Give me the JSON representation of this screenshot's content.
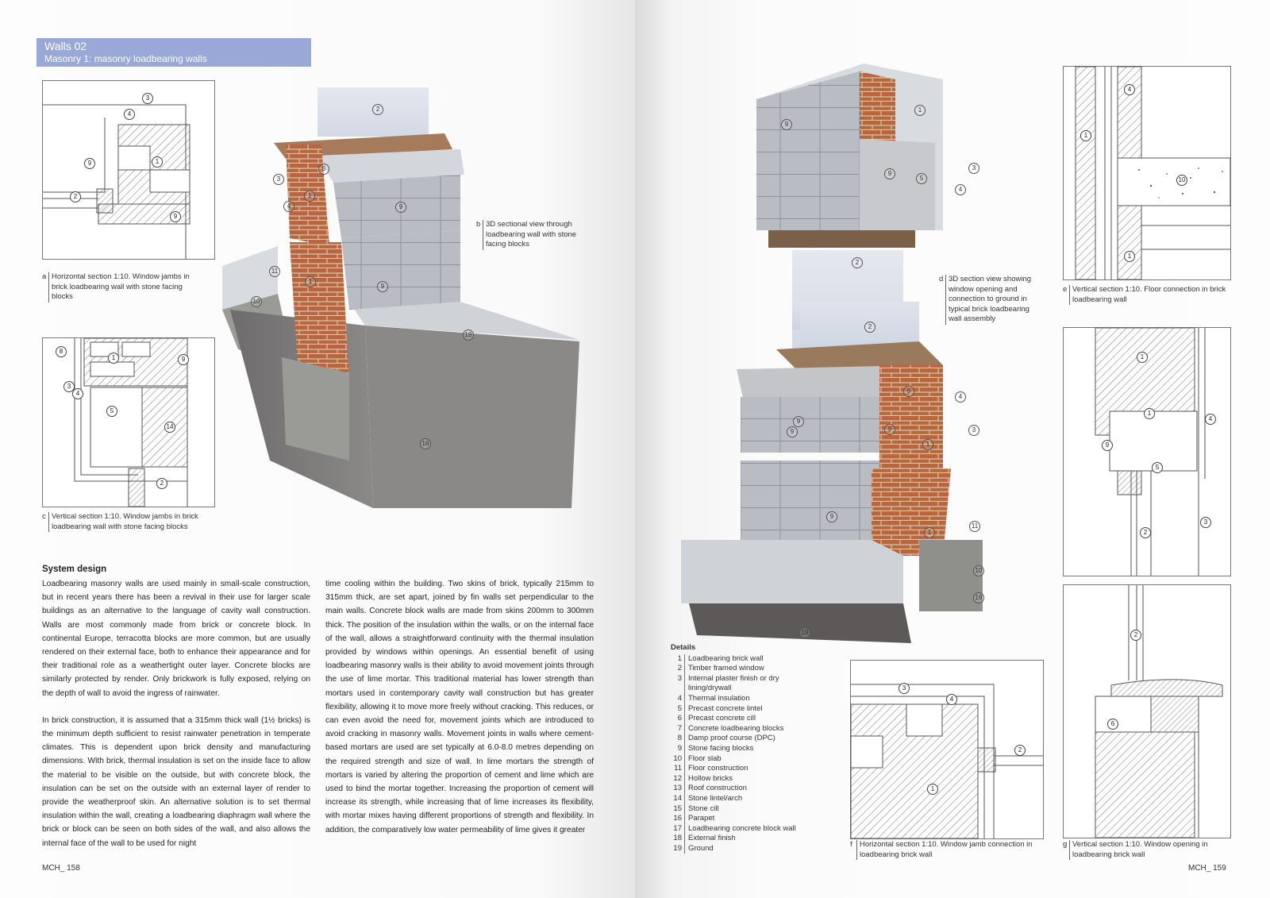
{
  "header": {
    "title": "Walls 02",
    "subtitle": "Masonry 1: masonry loadbearing walls"
  },
  "figures": {
    "a": {
      "letter": "a",
      "caption": "Horizontal section 1:10. Window jambs in brick loadbearing wall with stone facing blocks",
      "labels": [
        "3",
        "4",
        "9",
        "1",
        "2",
        "9"
      ]
    },
    "c": {
      "letter": "c",
      "caption": "Vertical section 1:10. Window jambs in brick loadbearing wall with stone facing blocks",
      "labels": [
        "8",
        "1",
        "9",
        "3",
        "4",
        "5",
        "14",
        "2"
      ]
    },
    "b": {
      "letter": "b",
      "caption": "3D sectional view through loadbearing wall with stone facing blocks",
      "labels": [
        "2",
        "6",
        "3",
        "1",
        "4",
        "9",
        "9",
        "11",
        "1",
        "10",
        "19",
        "16"
      ]
    },
    "d": {
      "letter": "d",
      "caption": "3D section view showing window opening and connection to ground in typical brick loadbearing wall assembly",
      "labels": [
        "9",
        "1",
        "9",
        "5",
        "3",
        "4",
        "2",
        "2",
        "6",
        "4",
        "9",
        "9",
        "9",
        "1",
        "3",
        "9",
        "1",
        "11",
        "10",
        "19",
        "19"
      ]
    },
    "e": {
      "letter": "e",
      "caption": "Vertical section 1:10. Floor connection in brick loadbearing wall",
      "labels": [
        "4",
        "1",
        "10",
        "1"
      ]
    },
    "f": {
      "letter": "f",
      "caption": "Horizontal section 1:10. Window jamb connection in loadbearing brick wall",
      "labels": [
        "3",
        "4",
        "2",
        "1"
      ]
    },
    "g": {
      "letter": "g",
      "caption": "Vertical section 1:10. Window opening in loadbearing brick wall",
      "labels": [
        "1",
        "1",
        "4",
        "9",
        "5",
        "3",
        "2",
        "2",
        "6"
      ]
    }
  },
  "body": {
    "heading": "System design",
    "col1": [
      "Loadbearing masonry walls are used mainly in small-scale construction, but in recent years there has been a revival in their use for larger scale buildings as an alternative to the language of cavity wall construction. Walls are most commonly made from brick or concrete block. In continental Europe, terracotta blocks are more common, but are usually rendered on their external face, both to enhance their appearance and for their traditional role as a weathertight outer layer. Concrete blocks are similarly protected by render. Only brickwork is fully exposed, relying on the depth of wall to avoid the ingress of rainwater.",
      "In brick construction, it is assumed that a 315mm thick wall (1½ bricks) is the minimum depth sufficient to resist rainwater penetration in temperate climates. This is dependent upon brick density and manufacturing dimensions. With brick, thermal insulation is set on the inside face to allow the material to be visible on the outside, but with concrete block, the insulation can be set on the outside with an external layer of render to provide the weatherproof skin. An alternative solution is to set thermal insulation within the wall, creating a loadbearing diaphragm wall where the brick or block can be seen on both sides of the wall, and also allows the internal face of the wall to be used for night"
    ],
    "col2": "time cooling within the building. Two skins of brick, typically 215mm to 315mm thick, are set apart, joined by fin walls set perpendicular to the main walls. Concrete block walls are made from skins 200mm to 300mm thick. The position of the insulation within the walls, or on the internal face of the wall, allows a straightforward continuity with the thermal insulation provided by windows within openings. An essential benefit of using loadbearing masonry walls is their ability to avoid movement joints through the use of lime mortar. This traditional material has lower strength than mortars used in contemporary cavity wall construction but has greater flexibility, allowing it to move more freely without cracking. This reduces, or can even avoid the need for, movement joints which are introduced to avoid cracking in masonry walls. Movement joints in walls where cement-based mortars are used are set typically at 6.0-8.0 metres depending on the required strength and size of wall. In lime mortars the strength of mortars is varied by altering the proportion of cement and lime which are used to bind the mortar together. Increasing the proportion of cement will increase its strength, while increasing that of lime increases its flexibility, with mortar mixes having different proportions of strength and flexibility. In addition, the comparatively low water permeability of lime gives it greater"
  },
  "details": {
    "heading": "Details",
    "items": [
      {
        "n": "1",
        "t": "Loadbearing brick wall"
      },
      {
        "n": "2",
        "t": "Timber framed window"
      },
      {
        "n": "3",
        "t": "Internal plaster finish or dry lining/drywall"
      },
      {
        "n": "4",
        "t": "Thermal insulation"
      },
      {
        "n": "5",
        "t": "Precast concrete lintel"
      },
      {
        "n": "6",
        "t": "Precast concrete cill"
      },
      {
        "n": "7",
        "t": "Concrete loadbearing blocks"
      },
      {
        "n": "8",
        "t": "Damp proof course (DPC)"
      },
      {
        "n": "9",
        "t": "Stone facing blocks"
      },
      {
        "n": "10",
        "t": "Floor slab"
      },
      {
        "n": "11",
        "t": "Floor construction"
      },
      {
        "n": "12",
        "t": "Hollow bricks"
      },
      {
        "n": "13",
        "t": "Roof construction"
      },
      {
        "n": "14",
        "t": "Stone lintel/arch"
      },
      {
        "n": "15",
        "t": "Stone cill"
      },
      {
        "n": "16",
        "t": "Parapet"
      },
      {
        "n": "17",
        "t": "Loadbearing concrete block wall"
      },
      {
        "n": "18",
        "t": "External finish"
      },
      {
        "n": "19",
        "t": "Ground"
      }
    ]
  },
  "folios": {
    "left": "MCH_ 158",
    "right": "MCH_ 159"
  },
  "colors": {
    "header": "#9aa8d8",
    "brick": "#b5683f",
    "block": "#b9bcc3",
    "concrete": "#9a9a96",
    "slab": "#cfd2d6",
    "ground": "#6e6c6c"
  }
}
